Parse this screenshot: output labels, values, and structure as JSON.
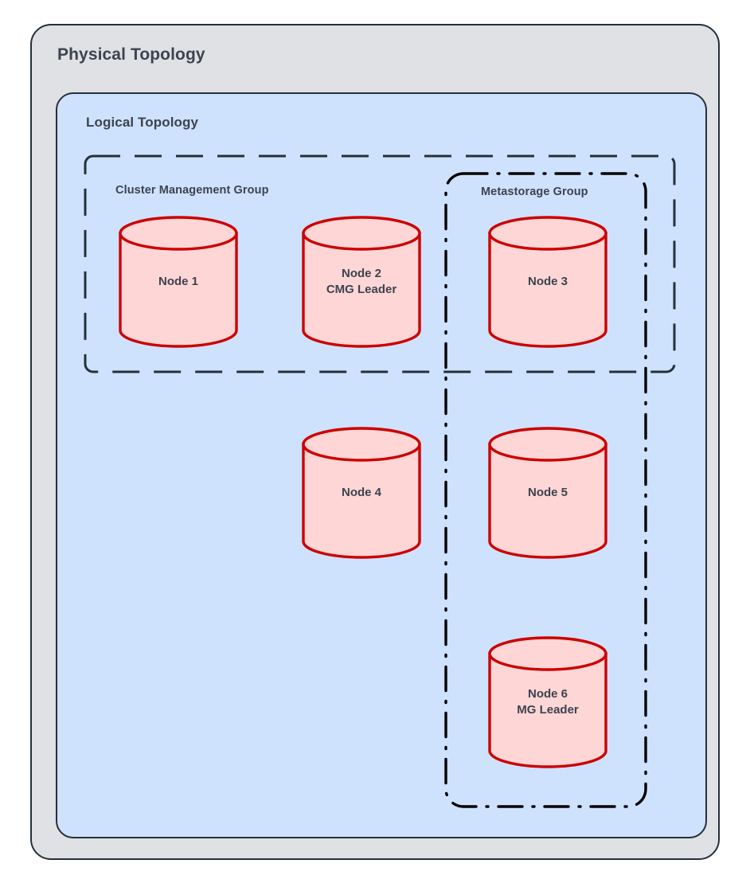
{
  "diagram": {
    "title": "Physical Topology",
    "inner_title": "Logical Topology",
    "colors": {
      "physical_fill": "#DFE1E5",
      "logical_fill": "#CFE2FD",
      "node_fill": "#FFD6D6",
      "node_stroke": "#CC0000",
      "boundary_stroke": "#25303B",
      "text": "#3D4350"
    },
    "groups": [
      {
        "id": "cluster-management-group",
        "label": "Cluster Management Group",
        "border_style": "dashed",
        "members": [
          "Node 1",
          "Node 2",
          "Node 3"
        ]
      },
      {
        "id": "metastorage-group",
        "label": "Metastorage Group",
        "border_style": "dash-dot",
        "members": [
          "Node 3",
          "Node 5",
          "Node 6"
        ]
      }
    ],
    "nodes": [
      {
        "id": "node-1",
        "label": "Node 1",
        "name": "Node 1",
        "role": "",
        "groups": [
          "cluster-management-group"
        ]
      },
      {
        "id": "node-2",
        "label": "Node 2\nCMG Leader",
        "name": "Node 2",
        "role": "CMG Leader",
        "groups": [
          "cluster-management-group"
        ]
      },
      {
        "id": "node-3",
        "label": "Node 3",
        "name": "Node 3",
        "role": "",
        "groups": [
          "cluster-management-group",
          "metastorage-group"
        ]
      },
      {
        "id": "node-4",
        "label": "Node 4",
        "name": "Node 4",
        "role": "",
        "groups": []
      },
      {
        "id": "node-5",
        "label": "Node 5",
        "name": "Node 5",
        "role": "",
        "groups": [
          "metastorage-group"
        ]
      },
      {
        "id": "node-6",
        "label": "Node 6\nMG Leader",
        "name": "Node 6",
        "role": "MG Leader",
        "groups": [
          "metastorage-group"
        ]
      }
    ]
  }
}
